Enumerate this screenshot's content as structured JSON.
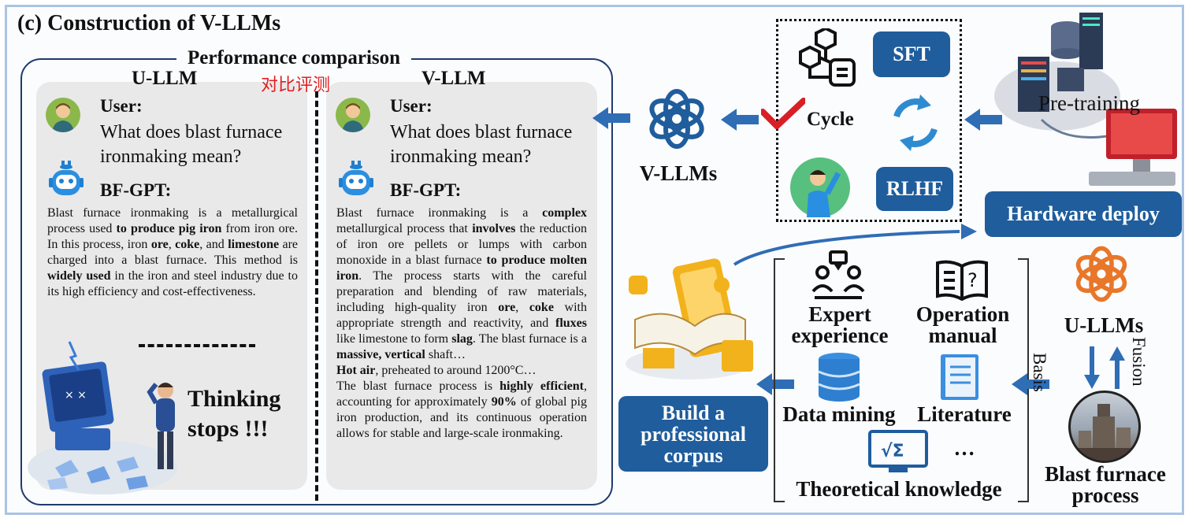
{
  "title": "(c) Construction of V-LLMs",
  "performance": {
    "title": "Performance comparison",
    "chinese_label": "对比评测",
    "left_header": "U-LLM",
    "right_header": "V-LLM",
    "user_label": "User:",
    "question": "What does blast furnace ironmaking mean?",
    "bot_label": "BF-GPT:",
    "thinking": "Thinking stops !!!"
  },
  "pipeline": {
    "v_llms": "V-LLMs",
    "sft": "SFT",
    "cycle": "Cycle",
    "rlhf": "RLHF",
    "pre_training": "Pre-training",
    "hardware_deploy": "Hardware deploy",
    "build_corpus": "Build a professional corpus",
    "u_llms": "U-LLMs",
    "basis": "Basis",
    "fusion": "Fusion",
    "blast_process": "Blast furnace process"
  },
  "corpus_sources": {
    "expert": "Expert experience",
    "manual": "Operation manual",
    "data_mining": "Data mining",
    "literature": "Literature",
    "ellipsis": "…",
    "theory": "Theoretical knowledge"
  },
  "colors": {
    "accent": "#1f5d9c",
    "frame": "#a9c4e4",
    "panel": "#e9e9ea",
    "check": "#d81f26",
    "chinese": "#e02020"
  }
}
